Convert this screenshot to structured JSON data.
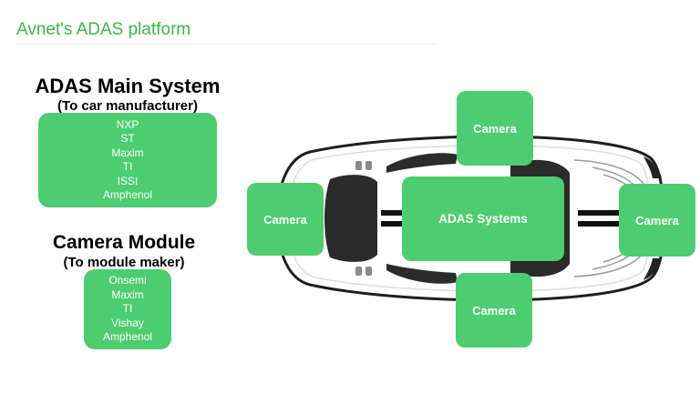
{
  "title": "Avnet's ADAS platform",
  "main_system": {
    "heading": "ADAS Main System",
    "subheading": "(To car manufacturer)",
    "vendors": [
      "NXP",
      "ST",
      "Maxim",
      "TI",
      "ISSI",
      "Amphenol"
    ]
  },
  "camera_module": {
    "heading": "Camera Module",
    "subheading": "(To module maker)",
    "vendors": [
      "Onsemi",
      "Maxim",
      "TI",
      "Vishay",
      "Amphenol"
    ]
  },
  "diagram": {
    "camera_label": "Camera",
    "center_label": "ADAS Systems"
  },
  "colors": {
    "green": "#4ccd6f",
    "title_green": "#3cb54a",
    "car_dark": "#2b2b2b"
  }
}
